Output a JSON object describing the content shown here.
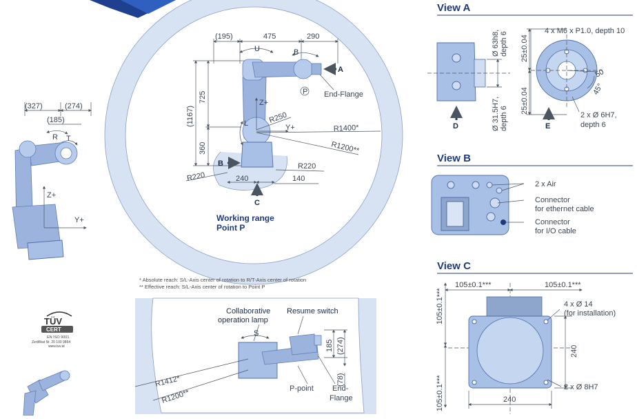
{
  "view_a": {
    "title": "View A",
    "dim_63": "Ø 63h8,",
    "dim_63b": "depth 6",
    "dim_315": "Ø 31.5H7,",
    "dim_315b": "depth 6",
    "dim_25a": "25±0.04",
    "dim_25b": "25±0.04",
    "m6": "4 x M6 x P1.0, depth 10",
    "r50": "50",
    "a45": "45°",
    "hole6": "2 x Ø 6H7,",
    "hole6b": "depth 6",
    "d": "D",
    "e": "E"
  },
  "view_b": {
    "title": "View B",
    "air": "2 x Air",
    "eth1": "Connector",
    "eth2": "for ethernet cable",
    "io1": "Connector",
    "io2": "for I/O cable"
  },
  "view_c": {
    "title": "View C",
    "d105a": "105±0.1***",
    "d105b": "105±0.1***",
    "d105c": "105±0.1***",
    "d105d": "105±0.1***",
    "holes14": "4 x Ø 14",
    "holes14b": "(for installation)",
    "d240v": "240",
    "d240h": "240",
    "holes8": "2 x Ø 8H7"
  },
  "top_view": {
    "d195": "(195)",
    "d475": "475",
    "d290": "290",
    "u": "U",
    "b": "B",
    "a": "A",
    "p": "P",
    "end_flange": "End-Flange",
    "d725": "725",
    "d1167": "(1167)",
    "d360": "360",
    "z": "Z+",
    "r250": "R250",
    "l": "L",
    "y": "Y+",
    "r1400": "R1400*",
    "r1200": "R1200**",
    "bb": "B",
    "r220a": "R220",
    "r220b": "R220",
    "d240": "240",
    "d140": "140",
    "c": "C",
    "wr1": "Working range",
    "wr2": "Point P"
  },
  "side_view": {
    "d327": "(327)",
    "d274": "(274)",
    "d185": "(185)",
    "r": "R",
    "t": "T",
    "z": "Z+",
    "y": "Y+"
  },
  "notes": {
    "n1": "* Absolute reach: S/L-Axis center of rotation to R/T-Axis center of rotation",
    "n2": "** Effective reach: S/L-Axis center of rotation to Point P"
  },
  "bottom_view": {
    "lamp1": "Collaborative",
    "lamp2": "operation lamp",
    "resume": "Resume switch",
    "s": "S",
    "d185": "185",
    "d274": "(274)",
    "r1412": "R1412*",
    "r1200": "R1200**",
    "ppoint": "P-point",
    "ef1": "End-",
    "ef2": "Flange",
    "d78": "(78)"
  },
  "cert": {
    "brand": "TÜV",
    "sub": "CERT",
    "iso": "EN ISO 9001",
    "zert": "Zertifikat Nr. 20 100 9864",
    "web": "www.tuv.at"
  }
}
